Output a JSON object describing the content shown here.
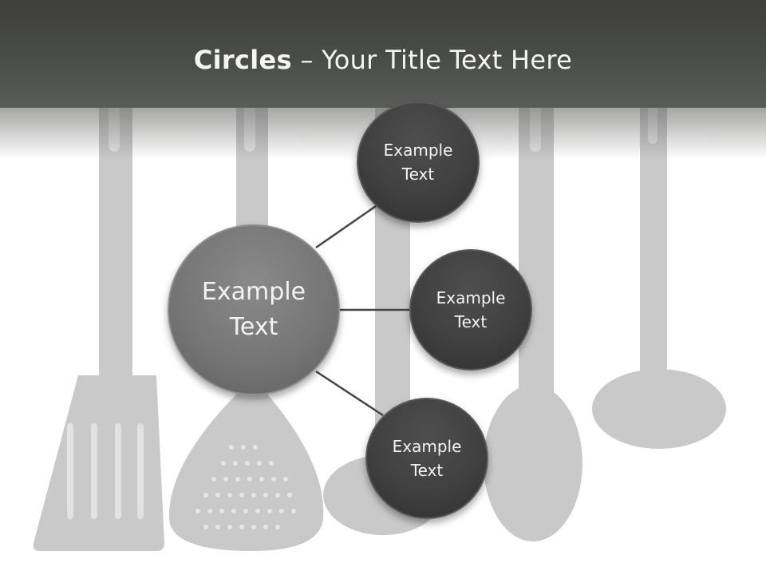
{
  "slide": {
    "title_bold": "Circles",
    "title_rest": " – Your Title Text Here"
  },
  "diagram": {
    "center_label": "Example Text",
    "nodes": [
      {
        "label": "Example Text"
      },
      {
        "label": "Example Text"
      },
      {
        "label": "Example Text"
      }
    ]
  },
  "colors": {
    "header": "#454744",
    "main_circle": "#7a7a7a",
    "small_circle": "#424242",
    "connector": "#444444",
    "utensils": "#c8c8c8"
  },
  "icons": [
    "spatula-icon",
    "slotted-spoon-icon",
    "spoon-icon",
    "spoon-icon",
    "ladle-icon"
  ]
}
